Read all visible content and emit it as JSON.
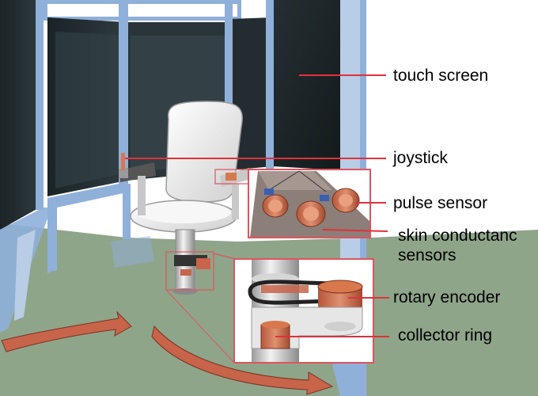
{
  "labels": {
    "touch_screen": "touch screen",
    "joystick": "joystick",
    "pulse_sensor": "pulse sensor",
    "skin_conductance": "skin conductanc",
    "sensors": "sensors",
    "rotary_encoder": "rotary encoder",
    "collector_ring": "collector ring"
  },
  "colors": {
    "leader_line": "#e0323a",
    "inset_frame": "#e0535e",
    "floor": "#8fa58a",
    "glass_panel": "#1f2a2e",
    "frame_blue": "#8fb0d9",
    "arrow": "#c8644a",
    "sensor_orange": "#d9774d",
    "seat": "#f2f2f2"
  }
}
